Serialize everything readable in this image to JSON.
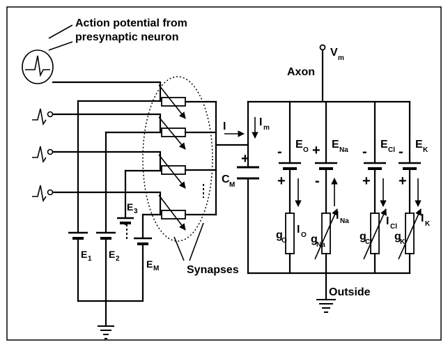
{
  "labels": {
    "action_potential_line1": "Action potential from",
    "action_potential_line2": "presynaptic neuron",
    "axon": "Axon",
    "vm": "V",
    "vm_sub": "m",
    "current_i": "I",
    "im": "I",
    "im_sub": "m",
    "cm": "C",
    "cm_sub": "M",
    "synapses": "Synapses",
    "outside": "Outside",
    "e1": "E",
    "e1_sub": "1",
    "e2": "E",
    "e2_sub": "2",
    "e3": "E",
    "e3_sub": "3",
    "em": "E",
    "em_sub": "M",
    "eo": "E",
    "eo_sub": "O",
    "ena": "E",
    "ena_sub": "Na",
    "ecl": "E",
    "ecl_sub": "Cl",
    "ek": "E",
    "ek_sub": "K",
    "go": "g",
    "go_sub": "O",
    "gna": "g",
    "gna_sub": "Na",
    "gcl": "g",
    "gcl_sub": "Cl",
    "gk": "g",
    "gk_sub": "K",
    "io": "I",
    "io_sub": "O",
    "ina": "I",
    "ina_sub": "Na",
    "icl": "I",
    "icl_sub": "Cl",
    "ik": "I",
    "ik_sub": "K",
    "plus": "+",
    "minus": "-"
  }
}
